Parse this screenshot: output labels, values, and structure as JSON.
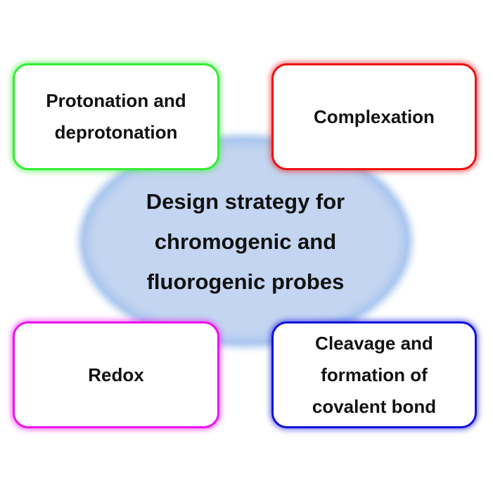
{
  "center": {
    "label": "Design strategy for\nchromogenic and\nfluorogenic probes",
    "fill_color": "#c3d5f0"
  },
  "boxes": [
    {
      "id": "top-left",
      "label": "Protonation and\ndeprotonation",
      "border_color": "#33ee33"
    },
    {
      "id": "top-right",
      "label": "Complexation",
      "border_color": "#ee1111"
    },
    {
      "id": "bottom-left",
      "label": "Redox",
      "border_color": "#ee11ee"
    },
    {
      "id": "bottom-right",
      "label": "Cleavage and\nformation of\ncovalent bond",
      "border_color": "#1111dd"
    }
  ]
}
